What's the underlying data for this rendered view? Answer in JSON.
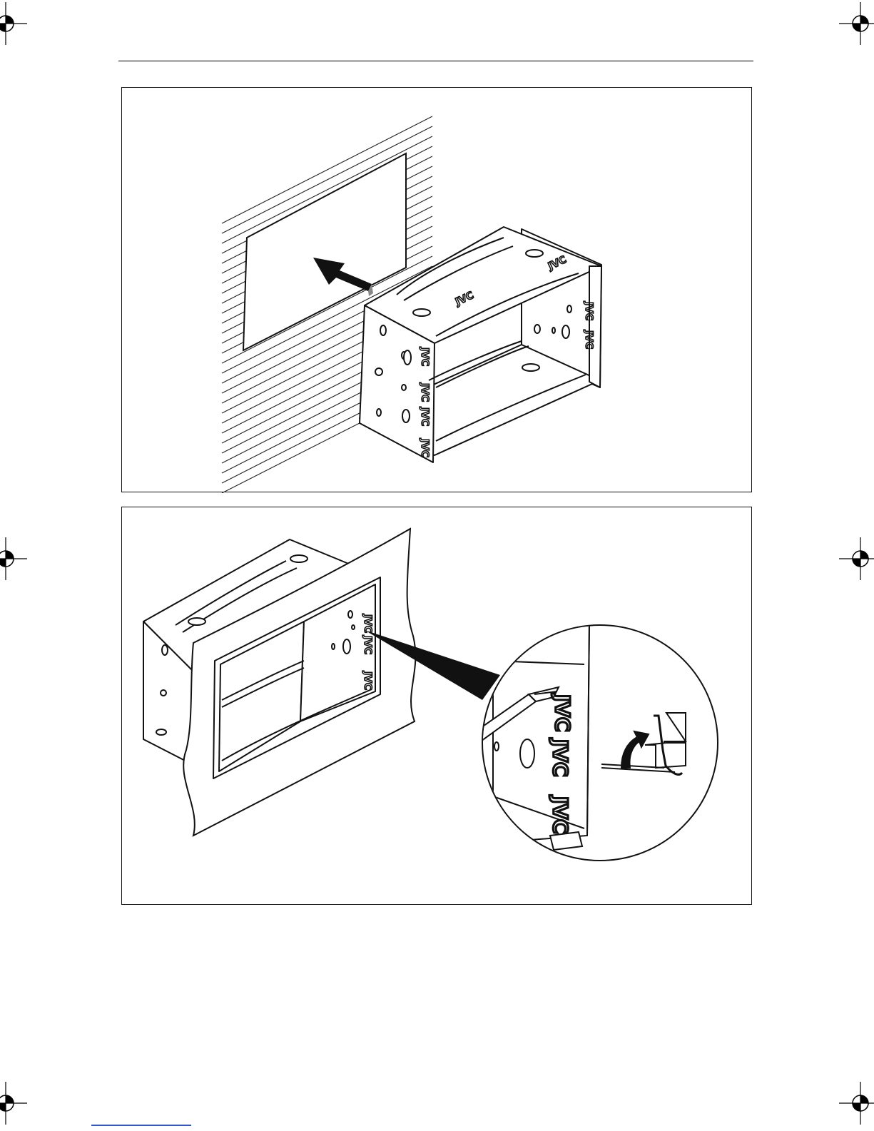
{
  "page": {
    "footer_link_color": "#3355cc",
    "rule_color": "#b0b0b0"
  },
  "figure1": {
    "caption": "",
    "logo_marks": [
      "JVC",
      "JVC",
      "JVC",
      "JVC",
      "JVC",
      "JVC",
      "JVC",
      "JVC"
    ]
  },
  "figure2": {
    "caption": "",
    "logo_marks": [
      "JVC",
      "JVC",
      "JVC",
      "JVC",
      "JVC",
      "JVC"
    ]
  },
  "icons": {
    "registration": "crosshair-registration-mark",
    "insert_arrow": "arrow-insert-icon",
    "bend_arrow": "curved-arrow-icon",
    "tool": "screwdriver-icon"
  }
}
